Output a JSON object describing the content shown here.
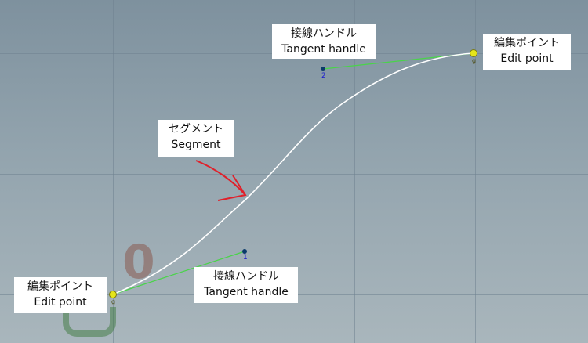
{
  "viewport": {
    "background_top": "#7e919e",
    "background_bottom": "#a9b6bc",
    "axis_origin_digit": "0",
    "axis_origin_color": "#8a5a50",
    "axis_bottom_color": "#3e7a3e"
  },
  "curve": {
    "segment_color": "#ffffff",
    "tangent_color": "#49d449",
    "edit_point_color": "#e5e51a",
    "handle_point_color": "#0a3a6a",
    "arrow_color": "#e0202a",
    "handle_labels": [
      "1",
      "2"
    ]
  },
  "callouts": {
    "tangent_handle_top": {
      "line1": "接線ハンドル",
      "line2": "Tangent handle"
    },
    "edit_point_top": {
      "line1": "編集ポイント",
      "line2": "Edit point"
    },
    "segment": {
      "line1": "セグメント",
      "line2": "Segment"
    },
    "tangent_handle_bottom": {
      "line1": "接線ハンドル",
      "line2": "Tangent handle"
    },
    "edit_point_bottom": {
      "line1": "編集ポイント",
      "line2": "Edit point"
    }
  }
}
